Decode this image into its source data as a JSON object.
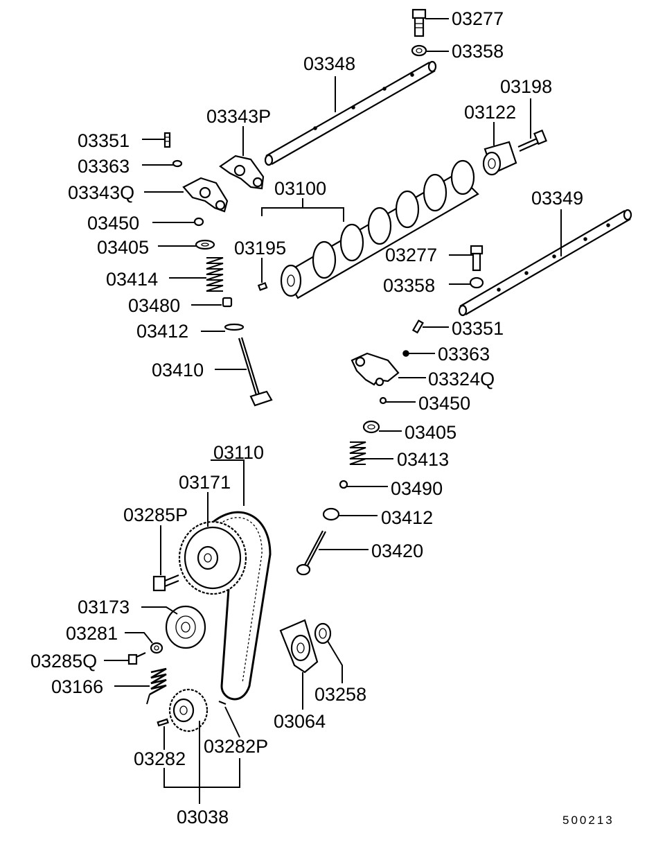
{
  "labels": {
    "p03277a": "03277",
    "p03358a": "03358",
    "p03348": "03348",
    "p03198": "03198",
    "p03122": "03122",
    "p03343P": "03343P",
    "p03351a": "03351",
    "p03363a": "03363",
    "p03343Q": "03343Q",
    "p03100": "03100",
    "p03349": "03349",
    "p03450a": "03450",
    "p03405a": "03405",
    "p03195": "03195",
    "p03277b": "03277",
    "p03414": "03414",
    "p03358b": "03358",
    "p03480": "03480",
    "p03351b": "03351",
    "p03412a": "03412",
    "p03363b": "03363",
    "p03410": "03410",
    "p03324Q": "03324Q",
    "p03450b": "03450",
    "p03405b": "03405",
    "p03110": "03110",
    "p03413": "03413",
    "p03171": "03171",
    "p03490": "03490",
    "p03285P": "03285P",
    "p03412b": "03412",
    "p03420": "03420",
    "p03173": "03173",
    "p03281": "03281",
    "p03285Q": "03285Q",
    "p03258": "03258",
    "p03166": "03166",
    "p03064": "03064",
    "p03282P": "03282P",
    "p03282": "03282",
    "p03038": "03038"
  },
  "reference_number": "500213"
}
